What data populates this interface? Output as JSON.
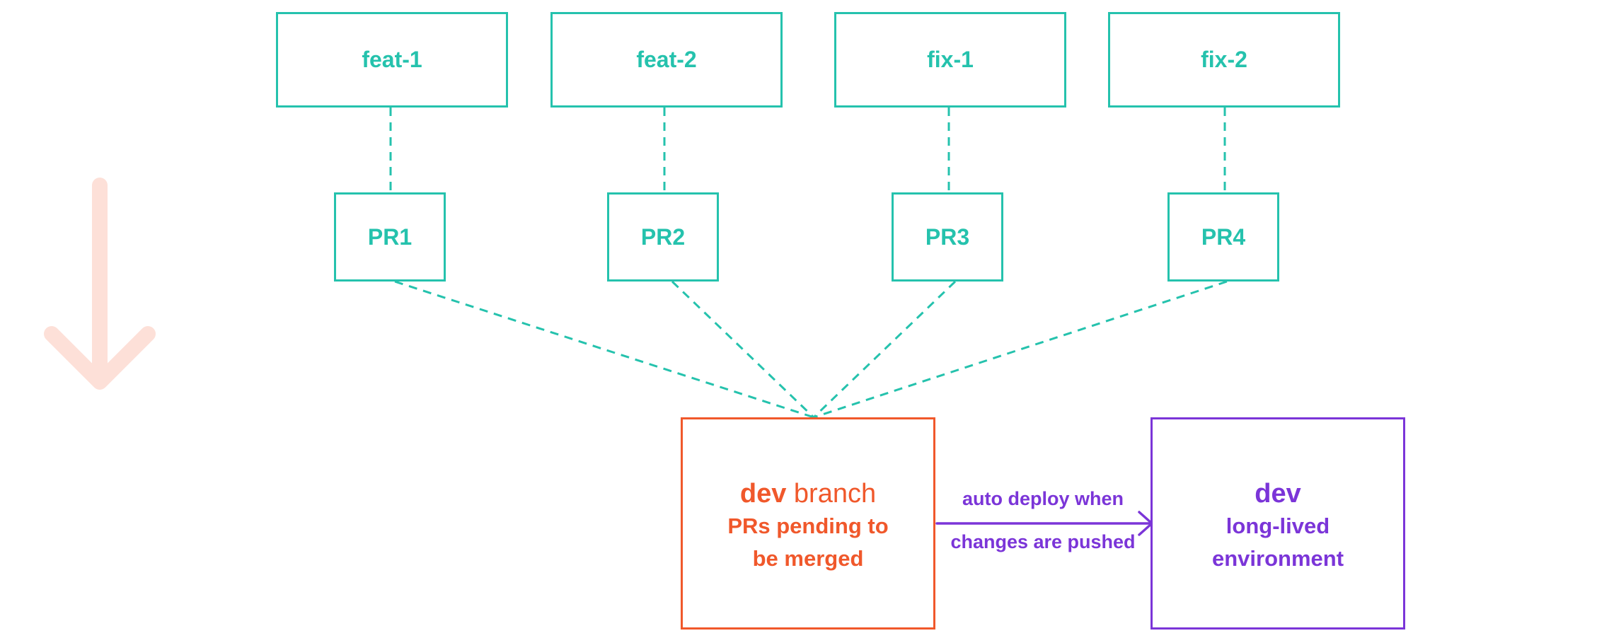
{
  "colors": {
    "teal": "#25c2ad",
    "orange": "#f0582b",
    "purple": "#7b35d8",
    "arrow_peach": "#fde0d8"
  },
  "icons": {
    "flow_arrow": "arrow-down-icon"
  },
  "branches": [
    {
      "label": "feat-1"
    },
    {
      "label": "feat-2"
    },
    {
      "label": "fix-1"
    },
    {
      "label": "fix-2"
    }
  ],
  "pull_requests": [
    {
      "label": "PR1"
    },
    {
      "label": "PR2"
    },
    {
      "label": "PR3"
    },
    {
      "label": "PR4"
    }
  ],
  "dev_branch": {
    "strong": "dev",
    "name": "branch",
    "line2": "PRs pending to",
    "line3": "be merged"
  },
  "dev_environment": {
    "title": "dev",
    "line2": "long-lived",
    "line3": "environment"
  },
  "deploy_edge": {
    "label_top": "auto deploy when",
    "label_bottom": "changes are pushed"
  }
}
